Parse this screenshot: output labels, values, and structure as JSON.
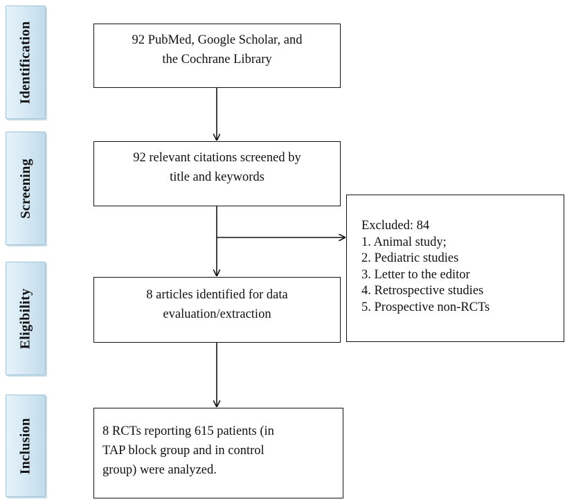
{
  "stages": {
    "identification": "Identification",
    "screening": "Screening",
    "eligibility": "Eligibility",
    "inclusion": "Inclusion"
  },
  "boxes": {
    "identification": {
      "lines": [
        "92 PubMed, Google Scholar, and",
        "the Cochrane Library"
      ]
    },
    "screening": {
      "lines": [
        "92 relevant citations screened by",
        "title and keywords"
      ]
    },
    "excluded": {
      "lines": [
        "Excluded: 84",
        "1. Animal study;",
        "2. Pediatric studies",
        "3. Letter to the editor",
        "4. Retrospective studies",
        "5. Prospective non-RCTs"
      ]
    },
    "eligibility": {
      "lines": [
        "8 articles identified for data",
        "evaluation/extraction"
      ]
    },
    "inclusion": {
      "lines": [
        "8 RCTs reporting 615 patients (in",
        "TAP block group and in control",
        "group) were analyzed."
      ]
    }
  }
}
